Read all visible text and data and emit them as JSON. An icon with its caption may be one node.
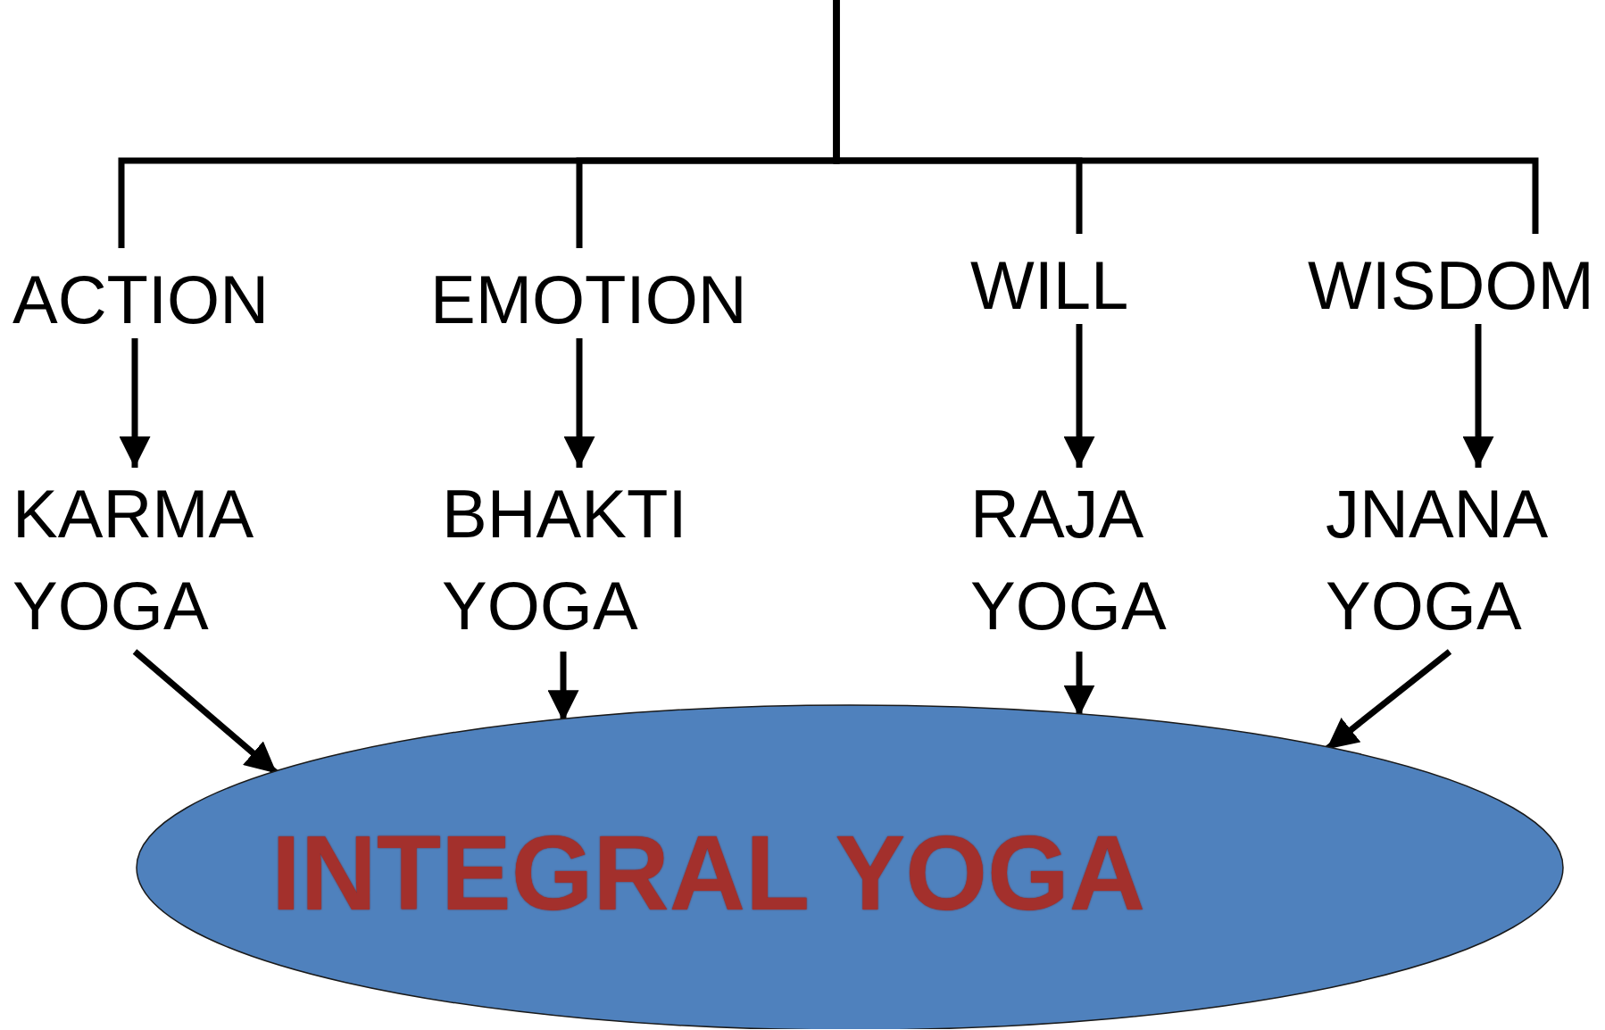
{
  "diagram": {
    "nodes": [
      {
        "text": [
          "ACTION"
        ]
      },
      {
        "text": [
          "EMOTION"
        ]
      },
      {
        "text": [
          "WILL"
        ]
      },
      {
        "text": [
          "WISDOM"
        ]
      },
      {
        "text": [
          "KARMA YOGA"
        ]
      },
      {
        "text": [
          "BHAKTI YOGA"
        ]
      },
      {
        "text": [
          "RAJA YOGA"
        ]
      },
      {
        "text": [
          "JNANA YOGA"
        ]
      },
      {
        "text": [
          "INTEGRAL YOGA"
        ]
      }
    ],
    "edges": [
      {
        "from": null,
        "to": 0,
        "arrow": "none"
      },
      {
        "from": null,
        "to": 1,
        "arrow": "none"
      },
      {
        "from": null,
        "to": 2,
        "arrow": "none"
      },
      {
        "from": null,
        "to": 3,
        "arrow": "none"
      },
      {
        "from": 0,
        "to": 4,
        "arrow": "to"
      },
      {
        "from": 1,
        "to": 5,
        "arrow": "to"
      },
      {
        "from": 2,
        "to": 6,
        "arrow": "to"
      },
      {
        "from": 3,
        "to": 7,
        "arrow": "to"
      },
      {
        "from": 4,
        "to": 8,
        "arrow": "to"
      },
      {
        "from": 5,
        "to": 8,
        "arrow": "to"
      },
      {
        "from": 6,
        "to": 8,
        "arrow": "to"
      },
      {
        "from": 7,
        "to": 8,
        "arrow": "to"
      }
    ]
  }
}
